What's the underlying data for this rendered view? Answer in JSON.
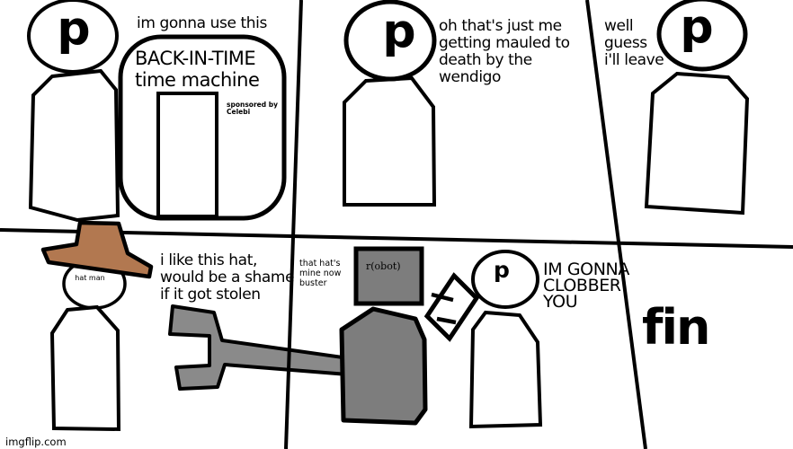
{
  "colors": {
    "background": "#ffffff",
    "ink": "#000000",
    "hat": "#b27850",
    "robot_gray": "#7d7d7d",
    "wrench_gray": "#8a8a8a",
    "muted_text": "#b3b3b3",
    "watermark_text": "#a6a6a6"
  },
  "panel_top_left": {
    "character_label": "p",
    "speech": "im gonna use this",
    "machine_title_line1": "BACK-IN-TIME",
    "machine_title_line2": "time machine",
    "sponsor_line1": "sponsored by",
    "sponsor_line2": "Celebi"
  },
  "panel_top_middle": {
    "character_label": "p",
    "speech_lines": [
      "oh that's just me",
      "getting mauled to",
      "death by the",
      "wendigo"
    ]
  },
  "panel_top_right": {
    "character_label": "p",
    "speech_lines": [
      "well",
      "guess",
      "i'll leave"
    ]
  },
  "panel_bottom_left": {
    "character_label": "hat man",
    "speech_lines": [
      "i like this hat,",
      "would be a shame",
      "if it got stolen"
    ]
  },
  "panel_bottom_middle": {
    "robot_label": "r(obot)",
    "robot_speech_lines": [
      "that hat's",
      "mine now",
      "buster"
    ],
    "character_label": "p",
    "speech_lines": [
      "IM GONNA",
      "CLOBBER",
      "YOU"
    ]
  },
  "panel_bottom_right": {
    "ending_text": "fin"
  },
  "watermark": "imgflip.com"
}
